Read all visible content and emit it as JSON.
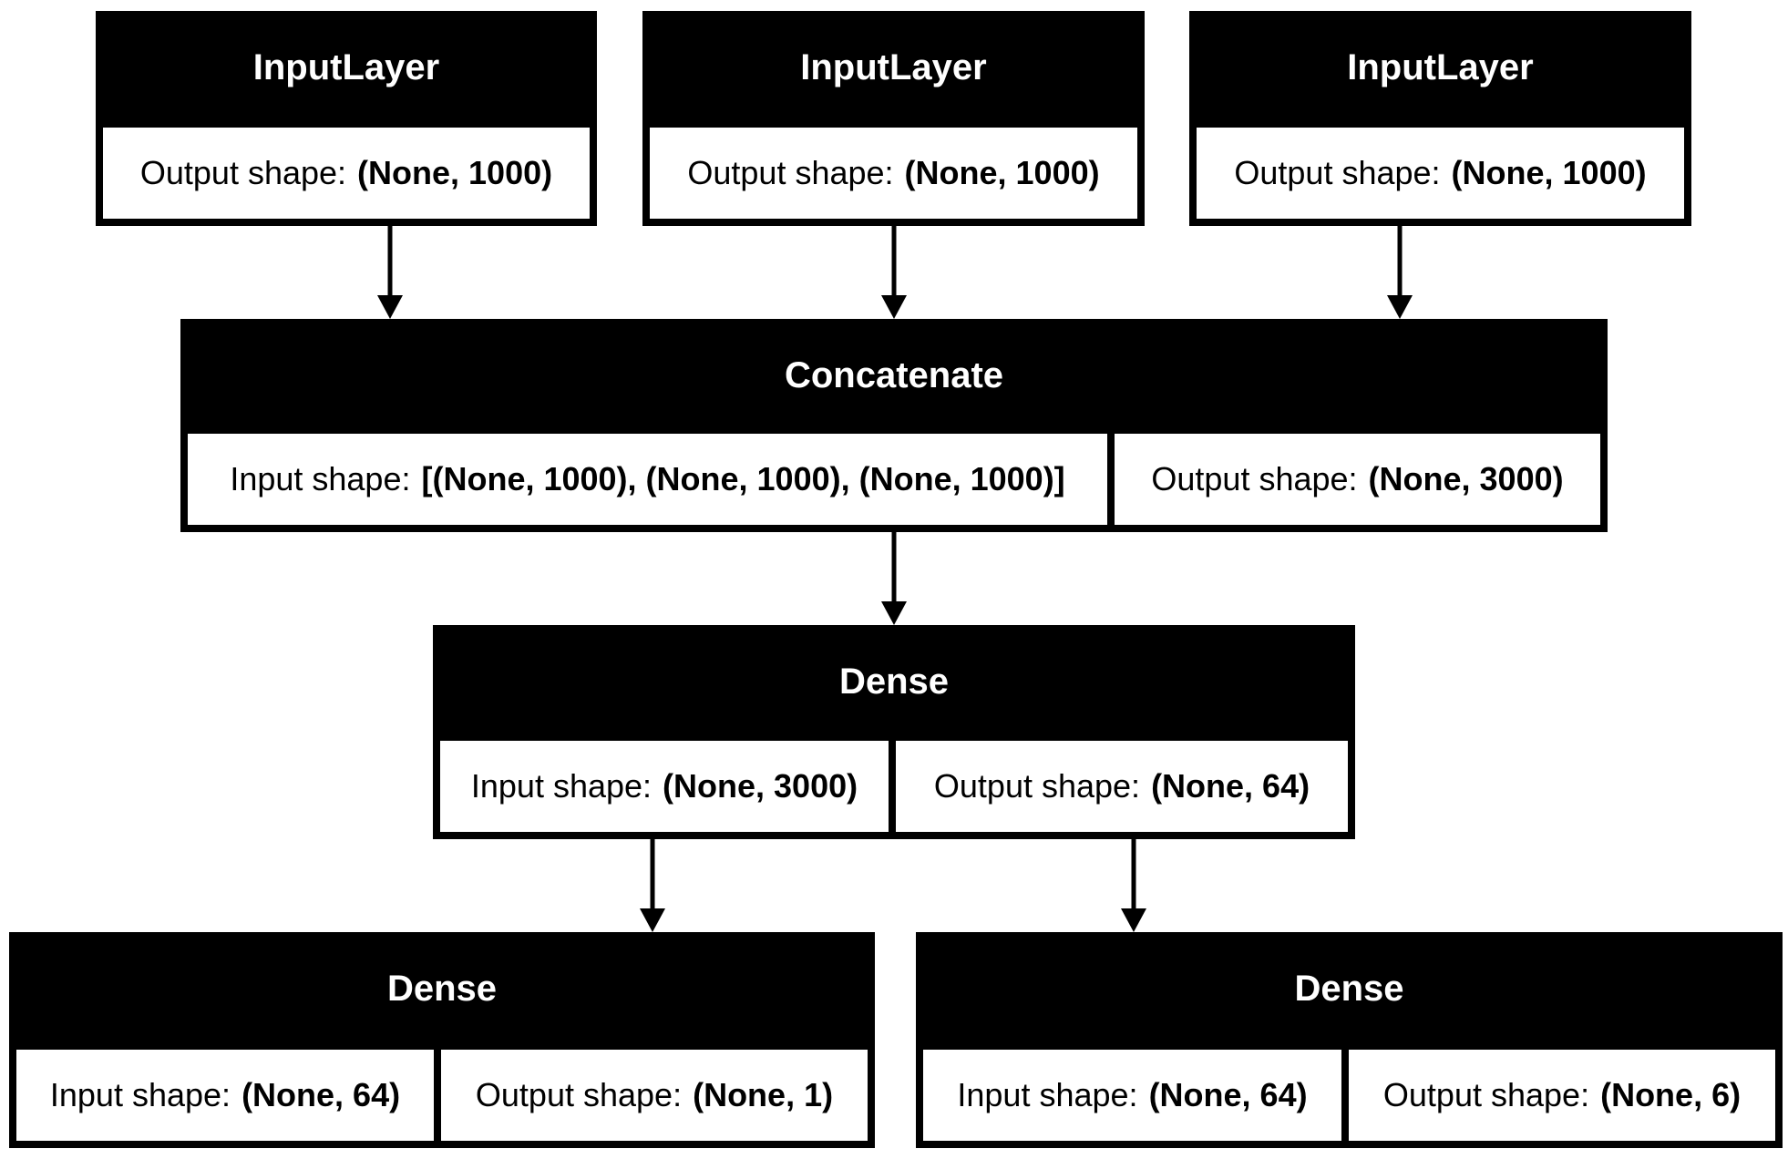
{
  "diagram": {
    "colors": {
      "node_fill": "#000000",
      "cell_fill": "#ffffff",
      "title_text": "#ffffff",
      "edge": "#000000"
    },
    "nodes": {
      "input1": {
        "title": "InputLayer",
        "output_label": "Output shape:",
        "output_value": "(None, 1000)"
      },
      "input2": {
        "title": "InputLayer",
        "output_label": "Output shape:",
        "output_value": "(None, 1000)"
      },
      "input3": {
        "title": "InputLayer",
        "output_label": "Output shape:",
        "output_value": "(None, 1000)"
      },
      "concat": {
        "title": "Concatenate",
        "input_label": "Input shape:",
        "input_value": "[(None, 1000), (None, 1000), (None, 1000)]",
        "output_label": "Output shape:",
        "output_value": "(None, 3000)"
      },
      "dense1": {
        "title": "Dense",
        "input_label": "Input shape:",
        "input_value": "(None, 3000)",
        "output_label": "Output shape:",
        "output_value": "(None, 64)"
      },
      "dense2": {
        "title": "Dense",
        "input_label": "Input shape:",
        "input_value": "(None, 64)",
        "output_label": "Output shape:",
        "output_value": "(None, 1)"
      },
      "dense3": {
        "title": "Dense",
        "input_label": "Input shape:",
        "input_value": "(None, 64)",
        "output_label": "Output shape:",
        "output_value": "(None, 6)"
      }
    },
    "edges": [
      {
        "from": "input1",
        "to": "concat"
      },
      {
        "from": "input2",
        "to": "concat"
      },
      {
        "from": "input3",
        "to": "concat"
      },
      {
        "from": "concat",
        "to": "dense1"
      },
      {
        "from": "dense1",
        "to": "dense2"
      },
      {
        "from": "dense1",
        "to": "dense3"
      }
    ]
  }
}
